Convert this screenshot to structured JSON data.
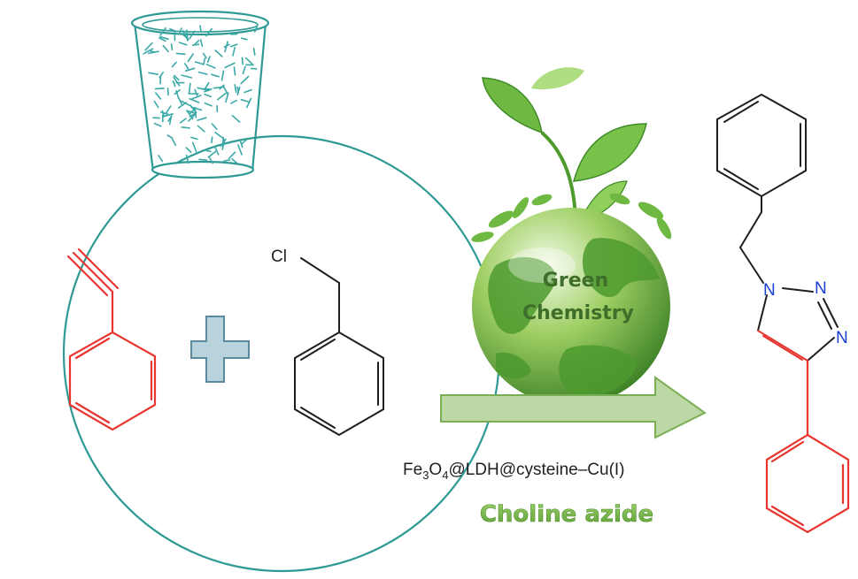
{
  "colors": {
    "flask": "#2f9a94",
    "neck_dash": "#3aa9a6",
    "plus_fill": "#b9d3dc",
    "plus_stroke": "#5b8aa0",
    "reactant_red": "#e8352f",
    "structure_dark": "#1f1f1f",
    "nitrogen_blue": "#1a3fd6",
    "arrow_fill": "#bcd8a4",
    "arrow_stroke": "#7aae55",
    "globe_light": "#e6f5cf",
    "globe_mid": "#8cc352",
    "globe_dark": "#3f8b27",
    "leaf": "#5eaa34",
    "choline_green": "#7cbd4a",
    "globe_text": "#3f6e2a"
  },
  "reactant_chloride": {
    "label": "Cl"
  },
  "globe": {
    "line1": "Green",
    "line2": "Chemistry"
  },
  "catalyst": {
    "part1": "Fe",
    "sub1": "3",
    "part2": "O",
    "sub2": "4",
    "part3": "@LDH@cysteine–Cu(I)"
  },
  "reagent": {
    "label": "Choline azide"
  },
  "product": {
    "n1": "N",
    "n2": "N",
    "n3": "N"
  }
}
